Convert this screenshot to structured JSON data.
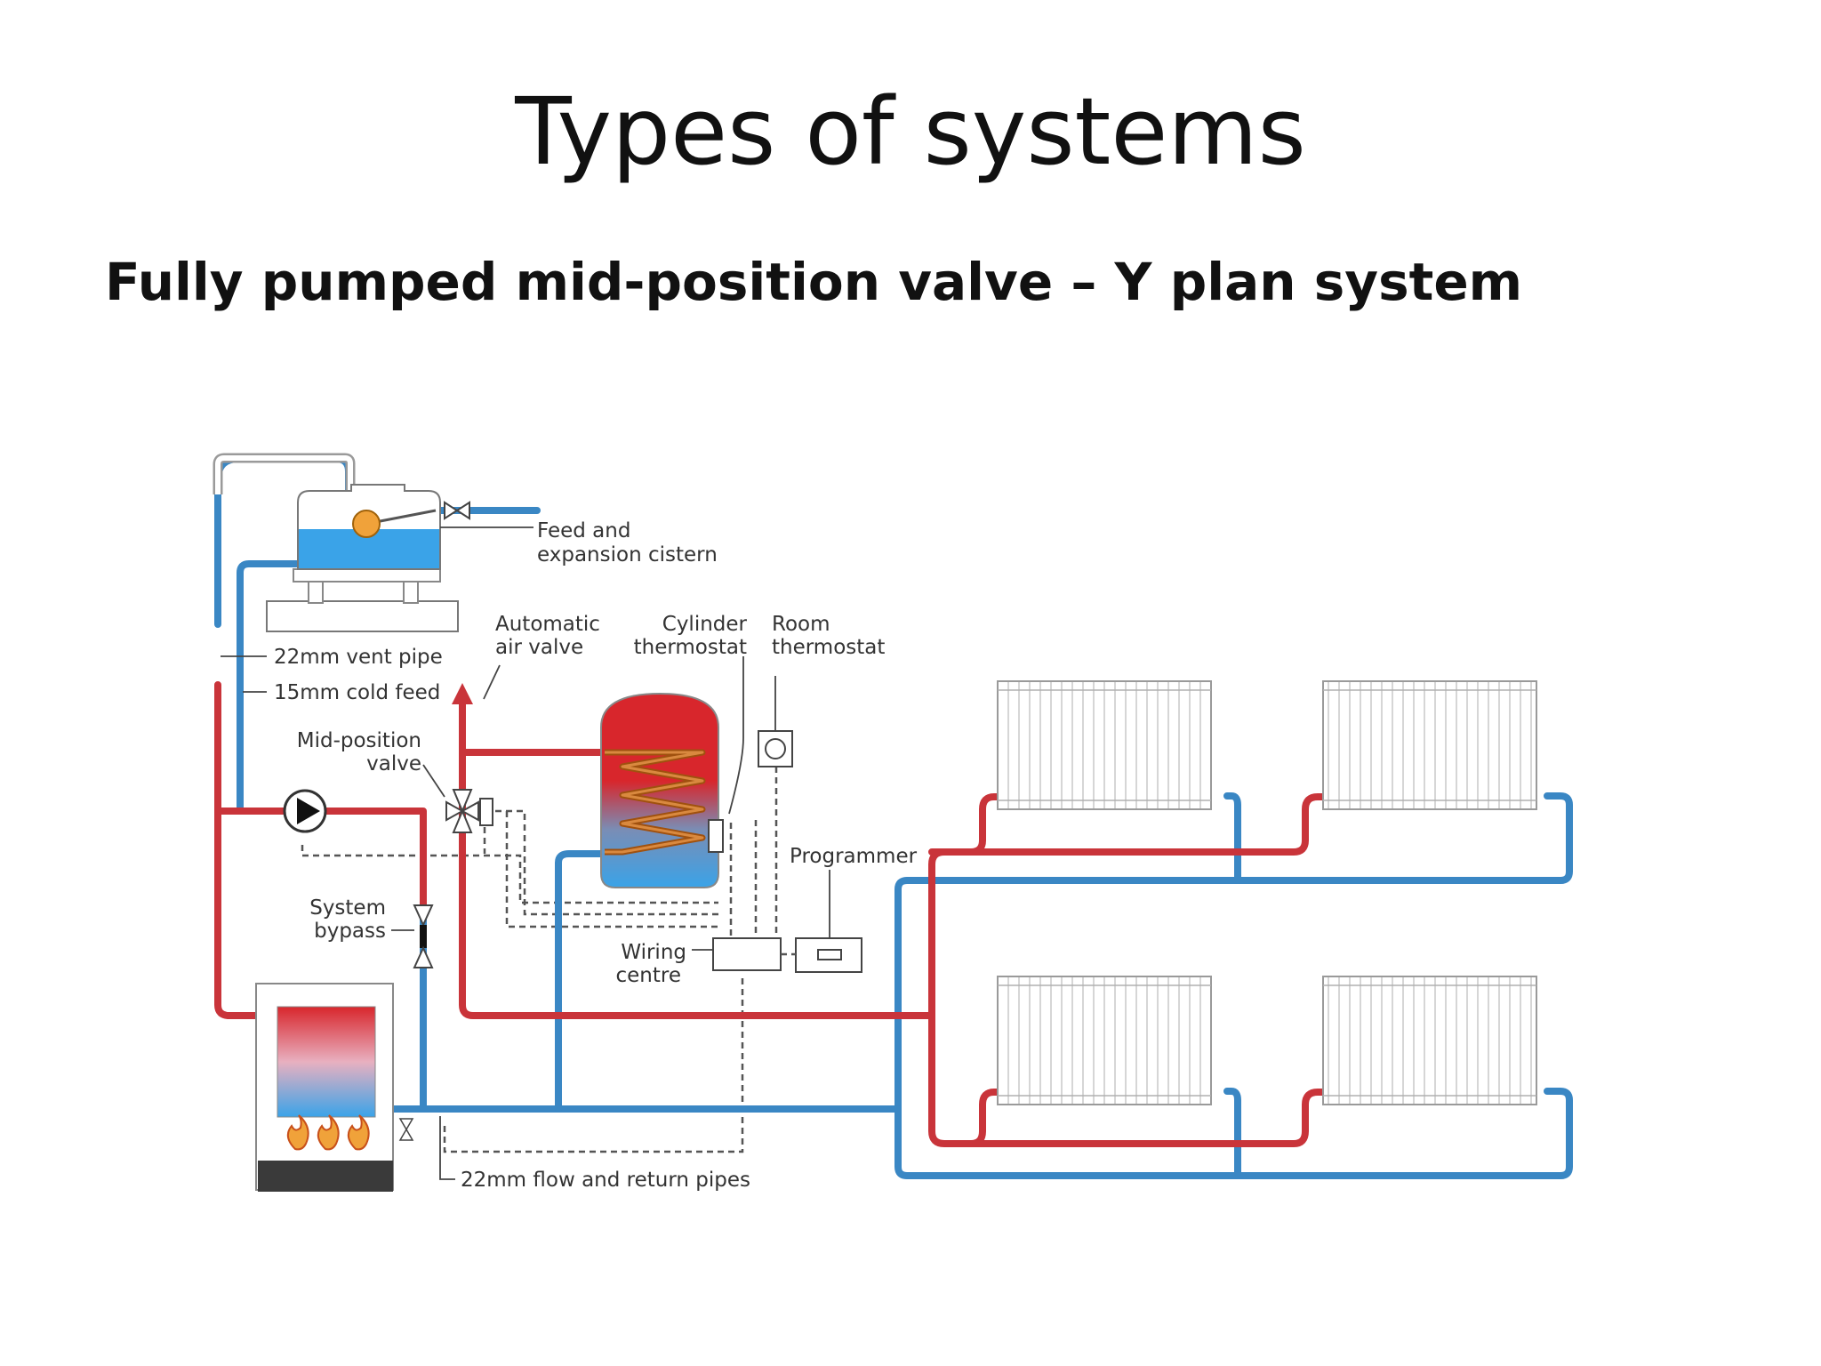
{
  "slide": {
    "title": "Types of systems",
    "subtitle": "Fully pumped mid-position valve – Y plan system"
  },
  "diagram": {
    "labels": {
      "feed_cistern_1": "Feed and",
      "feed_cistern_2": "expansion cistern",
      "auto_air_valve_1": "Automatic",
      "auto_air_valve_2": "air valve",
      "cylinder_thermostat_1": "Cylinder",
      "cylinder_thermostat_2": "thermostat",
      "room_thermostat_1": "Room",
      "room_thermostat_2": "thermostat",
      "vent_pipe": "22mm vent pipe",
      "cold_feed": "15mm cold feed",
      "mid_position_valve_1": "Mid-position",
      "mid_position_valve_2": "valve",
      "programmer": "Programmer",
      "system_bypass_1": "System",
      "system_bypass_2": "bypass",
      "wiring_centre_1": "Wiring",
      "wiring_centre_2": "centre",
      "flow_return_pipes": "22mm flow and return pipes"
    },
    "colors": {
      "flow": "#c9343a",
      "return": "#3a87c4",
      "water": "#3aa3e8",
      "wiring": "#555555",
      "outline": "#555555",
      "boiler_base": "#3a3a3a",
      "float_ball": "#f0a23a"
    }
  }
}
